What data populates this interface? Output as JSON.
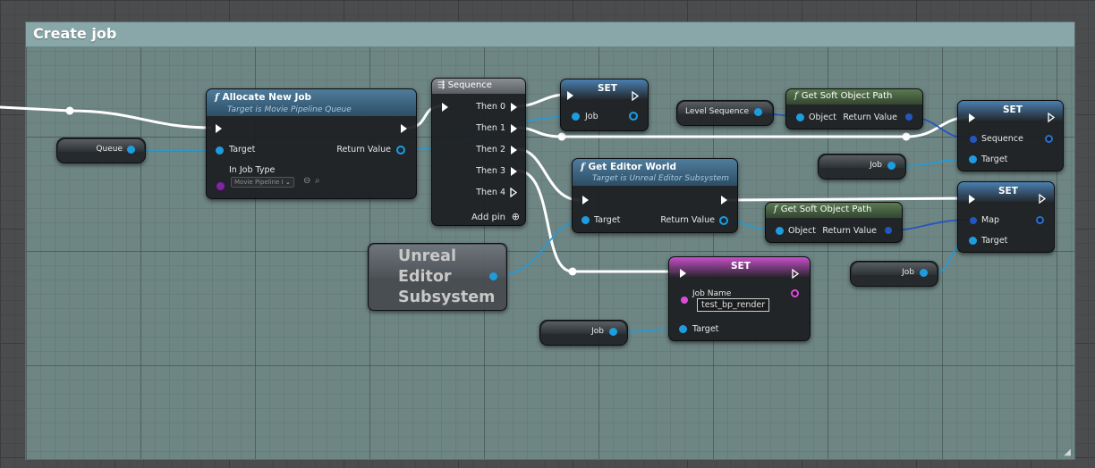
{
  "comment": {
    "title": "Create job"
  },
  "nodes": {
    "queue_var": {
      "label": "Queue"
    },
    "allocate_new_job": {
      "title": "Allocate New Job",
      "subtitle": "Target is Movie Pipeline Queue",
      "pin_target": "Target",
      "pin_in_job_type": "In Job Type",
      "job_type_value": "Movie Pipeline I",
      "pin_return_value": "Return Value"
    },
    "sequence": {
      "title": "Sequence",
      "then_0": "Then 0",
      "then_1": "Then 1",
      "then_2": "Then 2",
      "then_3": "Then 3",
      "then_4": "Then 4",
      "add_pin": "Add pin"
    },
    "set_job": {
      "title": "SET",
      "pin_job": "Job"
    },
    "level_sequence_var": {
      "label": "Level Sequence"
    },
    "get_soft_object_path_1": {
      "title": "Get Soft Object Path",
      "pin_object": "Object",
      "pin_return_value": "Return Value"
    },
    "set_sequence": {
      "title": "SET",
      "pin_sequence": "Sequence",
      "pin_target": "Target"
    },
    "job_var_1": {
      "label": "Job"
    },
    "get_editor_world": {
      "title": "Get Editor World",
      "subtitle": "Target is Unreal Editor Subsystem",
      "pin_target": "Target",
      "pin_return_value": "Return Value"
    },
    "get_soft_object_path_2": {
      "title": "Get Soft Object Path",
      "pin_object": "Object",
      "pin_return_value": "Return Value"
    },
    "set_map": {
      "title": "SET",
      "pin_map": "Map",
      "pin_target": "Target"
    },
    "job_var_2": {
      "label": "Job"
    },
    "unreal_editor_subsystem": {
      "line1": "Unreal",
      "line2": "Editor",
      "line3": "Subsystem"
    },
    "set_job_name": {
      "title": "SET",
      "pin_job_name": "Job Name",
      "job_name_value": "test_bp_render",
      "pin_target": "Target"
    },
    "job_var_3": {
      "label": "Job"
    }
  },
  "colors": {
    "comment_bg": "#6d8583",
    "comment_header": "#89a7a8",
    "exec_wire": "#ffffff",
    "object_wire": "#1d9de0",
    "soft_path_wire": "#2356c0",
    "string_pin": "#d64fd6"
  }
}
